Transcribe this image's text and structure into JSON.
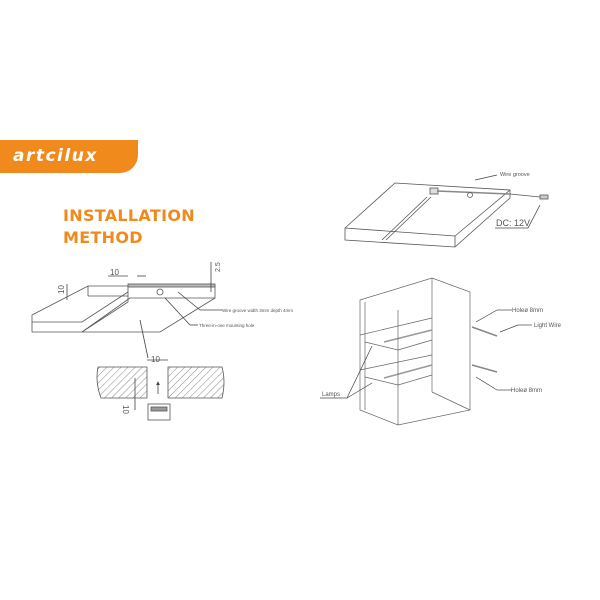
{
  "brand": {
    "name": "artcilux",
    "color": "#f08a1c"
  },
  "title": {
    "line1": "INSTALLATION",
    "line2": "METHOD",
    "color": "#f08a1c"
  },
  "left_diagram": {
    "dimensions": {
      "panel_thickness": "10",
      "groove_width": "10",
      "lip": "2.5",
      "section_width": "10",
      "section_depth": "10"
    },
    "callouts": {
      "wire_groove": "Wire groove width 3mm depth 4mm",
      "mounting_hole": "Three-in-one mounting hole"
    }
  },
  "right_top_diagram": {
    "callouts": {
      "wire_groove": "Wire groove",
      "voltage": "DC:  12V"
    }
  },
  "right_bottom_diagram": {
    "callouts": {
      "hole_top": "Holeø 8mm",
      "light_wire": "Light Wire",
      "hole_bottom": "Holeø 8mm",
      "lamps": "Lamps"
    }
  }
}
